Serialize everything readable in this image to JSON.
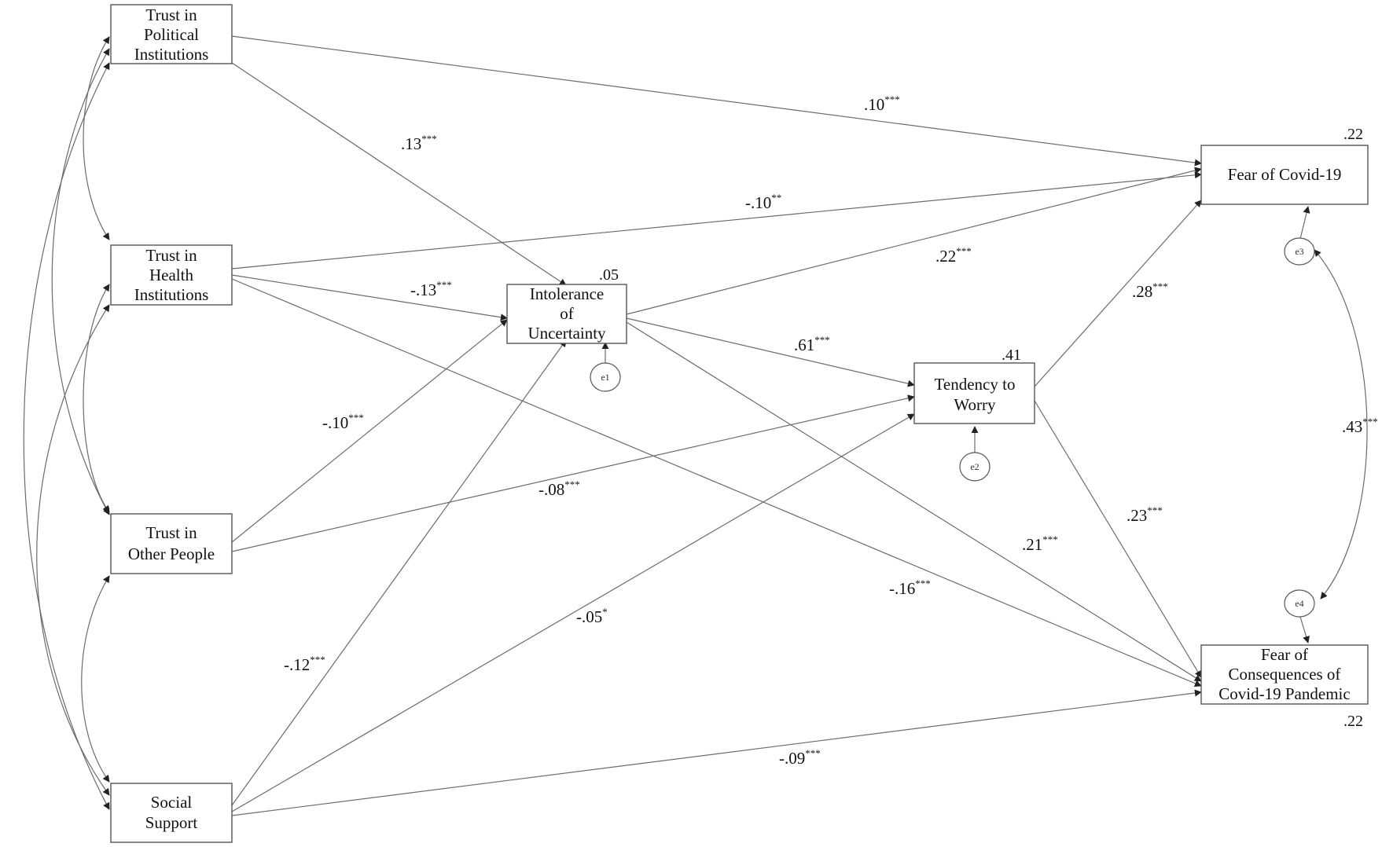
{
  "nodes": {
    "trust_political": {
      "lines": [
        "Trust in",
        "Political",
        "Institutions"
      ]
    },
    "trust_health": {
      "lines": [
        "Trust in",
        "Health",
        "Institutions"
      ]
    },
    "trust_people": {
      "lines": [
        "Trust in",
        "Other People"
      ]
    },
    "social_support": {
      "lines": [
        "Social",
        "Support"
      ]
    },
    "intolerance": {
      "lines": [
        "Intolerance",
        "of",
        "Uncertainty"
      ],
      "r2": ".05"
    },
    "worry": {
      "lines": [
        "Tendency to",
        "Worry"
      ],
      "r2": ".41"
    },
    "fear_covid": {
      "lines": [
        "Fear of Covid-19"
      ],
      "r2": ".22"
    },
    "fear_consequences": {
      "lines": [
        "Fear of",
        "Consequences of",
        "Covid-19 Pandemic"
      ],
      "r2": ".22"
    }
  },
  "errors": {
    "e1": "e1",
    "e2": "e2",
    "e3": "e3",
    "e4": "e4"
  },
  "paths": {
    "political_to_fear": {
      "coef": ".10",
      "sig": "***"
    },
    "political_to_intolerance": {
      "coef": ".13",
      "sig": "***"
    },
    "health_to_fear": {
      "coef": "-.10",
      "sig": "**"
    },
    "health_to_intolerance": {
      "coef": "-.13",
      "sig": "***"
    },
    "intolerance_to_fear": {
      "coef": ".22",
      "sig": "***"
    },
    "intolerance_to_worry": {
      "coef": ".61",
      "sig": "***"
    },
    "worry_to_fear": {
      "coef": ".28",
      "sig": "***"
    },
    "people_to_intolerance": {
      "coef": "-.10",
      "sig": "***"
    },
    "people_to_worry": {
      "coef": "-.08",
      "sig": "***"
    },
    "intolerance_to_consequences": {
      "coef": ".21",
      "sig": "***"
    },
    "worry_to_consequences": {
      "coef": ".23",
      "sig": "***"
    },
    "health_to_consequences": {
      "coef": "-.16",
      "sig": "***"
    },
    "support_to_worry": {
      "coef": "-.05",
      "sig": "*"
    },
    "support_to_intolerance": {
      "coef": "-.12",
      "sig": "***"
    },
    "support_to_consequences": {
      "coef": "-.09",
      "sig": "***"
    },
    "e3_e4_covariance": {
      "coef": ".43",
      "sig": "***"
    }
  },
  "colors": {
    "line": "#6b6b6b",
    "box_border": "#555555",
    "text": "#111111"
  }
}
